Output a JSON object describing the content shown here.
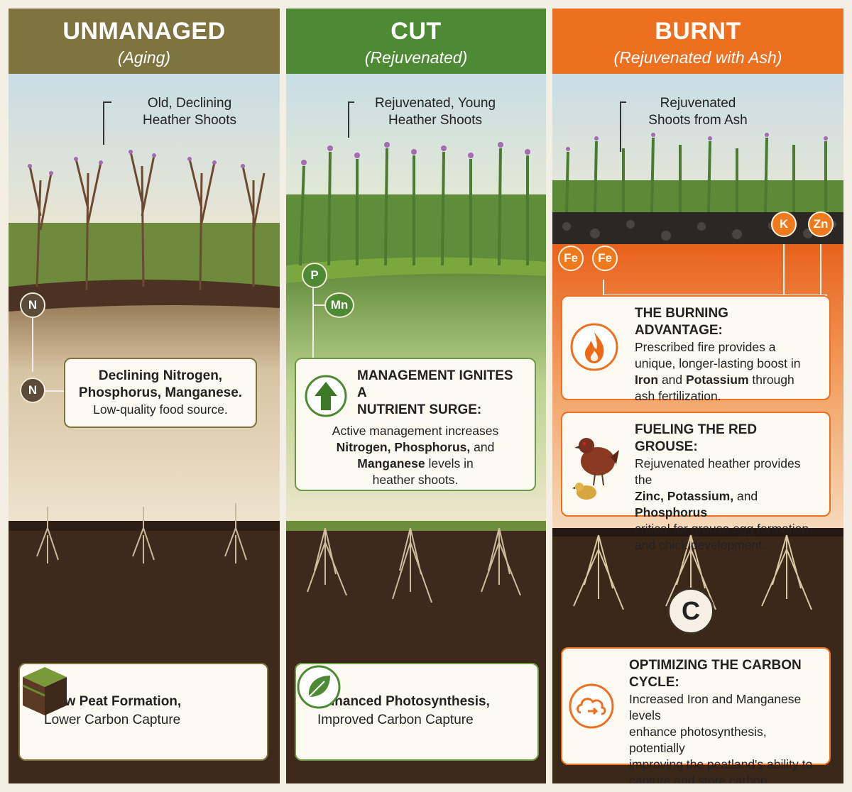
{
  "panels": [
    {
      "title": "UNMANAGED",
      "subtitle": "(Aging)",
      "callout": [
        "Old, Declining",
        "Heather Shoots"
      ],
      "badges": [
        "N",
        "N"
      ],
      "card_text": [
        "Declining Nitrogen,",
        "Phosphorus, Manganese.",
        "Low-quality food source."
      ],
      "bottom_card": [
        "Slow Peat Formation,",
        "Lower Carbon Capture"
      ],
      "bottom_icon": "peat-block-icon"
    },
    {
      "title": "CUT",
      "subtitle": "(Rejuvenated)",
      "callout": [
        "Rejuvenated, Young",
        "Heather Shoots"
      ],
      "badges": [
        "P",
        "Mn"
      ],
      "card_heading": [
        "MANAGEMENT IGNITES A",
        "NUTRIENT SURGE:"
      ],
      "card_body": {
        "line1": "Active management increases",
        "n": "Nitrogen,",
        "p": "Phosphorus,",
        "and": "and",
        "mn": "Manganese",
        "levels_in": "levels in",
        "last": "heather shoots."
      },
      "card_icon": "up-arrow-icon",
      "bottom_card": [
        "Enhanced Photosynthesis,",
        "Improved Carbon Capture"
      ],
      "bottom_icon": "leaf-icon"
    },
    {
      "title": "BURNT",
      "subtitle": "(Rejuvenated with Ash)",
      "callout": [
        "Rejuvenated",
        "Shoots from Ash"
      ],
      "badges": [
        "Fe",
        "Fe",
        "K",
        "Zn"
      ],
      "carbon_badge": "C",
      "card1": {
        "heading": "THE BURNING ADVANTAGE:",
        "l1": "Prescribed fire provides a",
        "l2": "unique, longer-lasting boost in",
        "iron": "Iron",
        "and": "and",
        "potassium": "Potassium",
        "through": "through",
        "l4": "ash fertilization.",
        "icon": "flame-icon"
      },
      "card2": {
        "heading": "FUELING THE RED GROUSE:",
        "l1": "Rejuvenated heather provides the",
        "zinc": "Zinc,",
        "potassium": "Potassium,",
        "and": "and",
        "phosphorus": "Phosphorus",
        "l3": "critical for grouse egg formation",
        "l4": "and chick development.",
        "icon": "grouse-icon"
      },
      "card3": {
        "heading": "OPTIMIZING THE CARBON CYCLE:",
        "l1": "Increased Iron and Manganese levels",
        "l2": "enhance photosynthesis, potentially",
        "l3": "improving the peatland's ability to",
        "l4": "capture and store carbon.",
        "icon": "carbon-cycle-icon"
      }
    }
  ],
  "colors": {
    "unmanaged_header": "#7d7440",
    "cut_header": "#4e8a33",
    "burnt_header": "#ec7020",
    "soil": "#3d2a1c",
    "heather_flower": "#a46bb0"
  }
}
